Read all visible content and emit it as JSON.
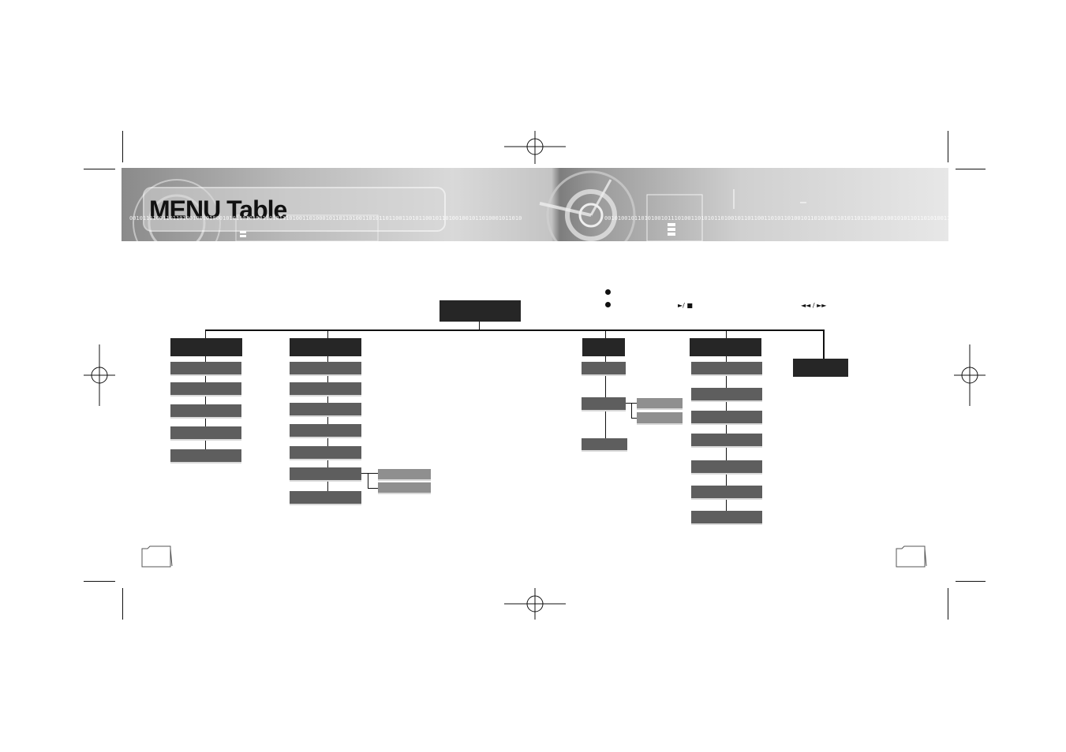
{
  "header": {
    "title": "MENU Table",
    "binary_left": "0010110100110110100100101000101011010100110101110100110100010110110100110101101100110101100101101001001011010001011010",
    "binary_right": "0010100101101010010111010011010101101001011011001101011010010110101001101011011100101001010110110101001101011101101001"
  },
  "notes": {
    "play_stop_symbol": "►/ ■",
    "skip_symbol": "◄◄ / ►►"
  },
  "colors": {
    "dark_box": "#262626",
    "mid_box": "#5e5e5e",
    "light_box": "#8f8f8f"
  }
}
